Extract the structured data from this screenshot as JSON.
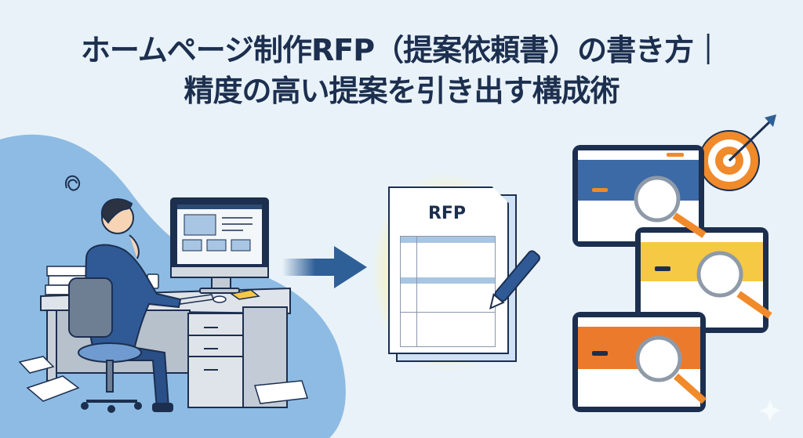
{
  "title": {
    "line1": "ホームページ制作RFP（提案依頼書）の書き方｜",
    "line2": "精度の高い提案を引き出す構成術"
  },
  "illustration": {
    "document_label": "RFP",
    "left_scene": "confused-office-worker-at-desk",
    "center_scene": "rfp-document-with-pen",
    "right_scene": "website-mockups-with-magnifiers-and-target"
  },
  "colors": {
    "background": "#e9f2f8",
    "blob": "#7fb0dc",
    "navy": "#1c2f4f",
    "arrow": "#2f5f97",
    "orange": "#f08a2a",
    "yellow": "#f6c944",
    "glow": "#fff3a8"
  }
}
